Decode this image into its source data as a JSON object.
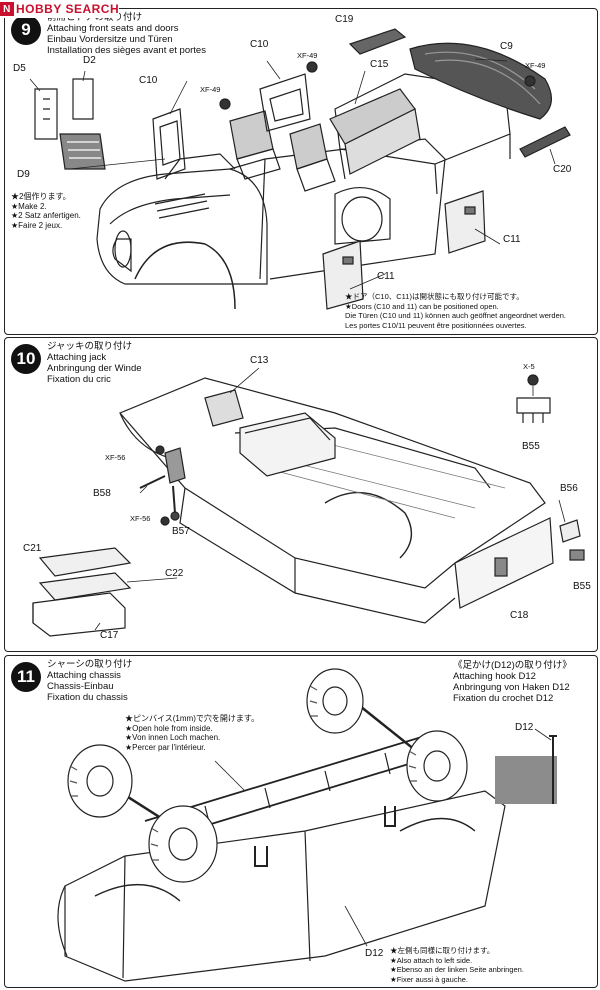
{
  "watermark": "HOBBY SEARCH",
  "step9": {
    "number": "9",
    "title_lines": [
      "前席とドアの取り付け",
      "Attaching front seats and doors",
      "Einbau Vordersitze und Türen",
      "Installation des sièges avant et portes"
    ],
    "labels": {
      "c19": "C19",
      "c10a": "C10",
      "xf49a": "XF-49",
      "c15": "C15",
      "c9": "C9",
      "xf49b": "XF-49",
      "d5": "D5",
      "d2": "D2",
      "c10b": "C10",
      "xf49c": "XF-49",
      "c20": "C20",
      "d9": "D9",
      "c11a": "C11",
      "c11b": "C11"
    },
    "make_note": [
      "★2個作ります。",
      "★Make 2.",
      "★2 Satz anfertigen.",
      "★Faire 2 jeux."
    ],
    "door_note": [
      "★ドア（C10、C11)は開状態にも取り付け可能です。",
      "★Doors (C10 and 11) can be positioned open.",
      "Die Türen (C10 und 11) können auch geöffnet angeordnet werden.",
      "Les portes C10/11 peuvent être positionnées ouvertes."
    ]
  },
  "step10": {
    "number": "10",
    "title_lines": [
      "ジャッキの取り付け",
      "Attaching jack",
      "Anbringung der Winde",
      "Fixation du cric"
    ],
    "labels": {
      "c13": "C13",
      "x5": "X-5",
      "b55a": "B55",
      "xf56a": "XF-56",
      "b58": "B58",
      "xf56b": "XF-56",
      "b57": "B57",
      "b56": "B56",
      "c21": "C21",
      "c22": "C22",
      "b55b": "B55",
      "c17": "C17",
      "c18": "C18"
    }
  },
  "step11": {
    "number": "11",
    "title_lines": [
      "シャーシの取り付け",
      "Attaching chassis",
      "Chassis-Einbau",
      "Fixation du chassis"
    ],
    "hook_title": [
      "《足かけ(D12)の取り付け》",
      "Attaching hook D12",
      "Anbringung von Haken D12",
      "Fixation du crochet D12"
    ],
    "hole_note": [
      "★ピンバイス(1mm)で穴を開けます。",
      "★Open hole from inside.",
      "★Von innen Loch machen.",
      "★Percer par l'intérieur."
    ],
    "labels": {
      "d12a": "D12",
      "d12b": "D12"
    },
    "left_note": [
      "★左側も同様に取り付けます。",
      "★Also attach to left side.",
      "★Ebenso an der linken Seite anbringen.",
      "★Fixer aussi à gauche."
    ]
  }
}
